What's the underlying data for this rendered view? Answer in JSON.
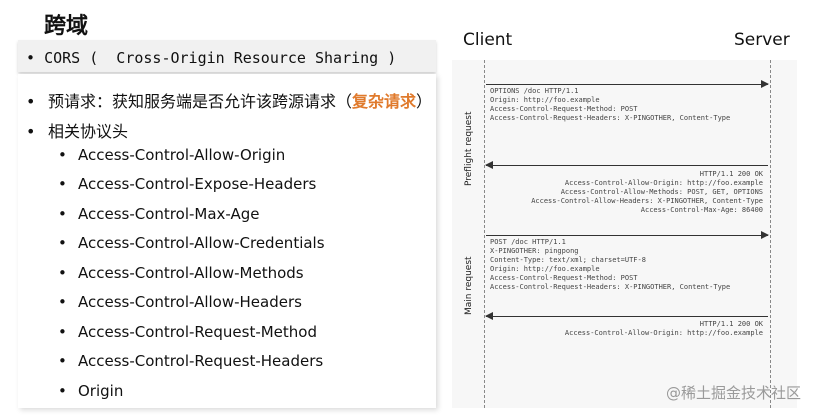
{
  "title": "跨域",
  "cors_line": {
    "bullet": "•",
    "text": "CORS (  Cross-Origin Resource Sharing )"
  },
  "bullets": [
    {
      "prefix": "预请求：获知服务端是否允许该跨源请求（",
      "highlight": "复杂请求",
      "suffix": "）"
    },
    {
      "text": "相关协议头"
    }
  ],
  "headers": [
    "Access-Control-Allow-Origin",
    "Access-Control-Expose-Headers",
    "Access-Control-Max-Age",
    "Access-Control-Allow-Credentials",
    "Access-Control-Allow-Methods",
    "Access-Control-Allow-Headers",
    "Access-Control-Request-Method",
    "Access-Control-Request-Headers",
    "Origin"
  ],
  "diagram": {
    "client_label": "Client",
    "server_label": "Server",
    "preflight_label": "Preflight request",
    "main_label": "Main request",
    "preflight_request": "OPTIONS /doc HTTP/1.1\nOrigin: http://foo.example\nAccess-Control-Request-Method: POST\nAccess-Control-Request-Headers: X-PINGOTHER, Content-Type",
    "preflight_response": "HTTP/1.1 200 OK\nAccess-Control-Allow-Origin: http://foo.example\nAccess-Control-Allow-Methods: POST, GET, OPTIONS\nAccess-Control-Allow-Headers: X-PINGOTHER, Content-Type\nAccess-Control-Max-Age: 86400",
    "main_request": "POST /doc HTTP/1.1\nX-PINGOTHER: pingpong\nContent-Type: text/xml; charset=UTF-8\nOrigin: http://foo.example\nAccess-Control-Request-Method: POST\nAccess-Control-Request-Headers: X-PINGOTHER, Content-Type",
    "main_response": "HTTP/1.1 200 OK\nAccess-Control-Allow-Origin: http://foo.example"
  },
  "watermark": "@稀土掘金技术社区"
}
